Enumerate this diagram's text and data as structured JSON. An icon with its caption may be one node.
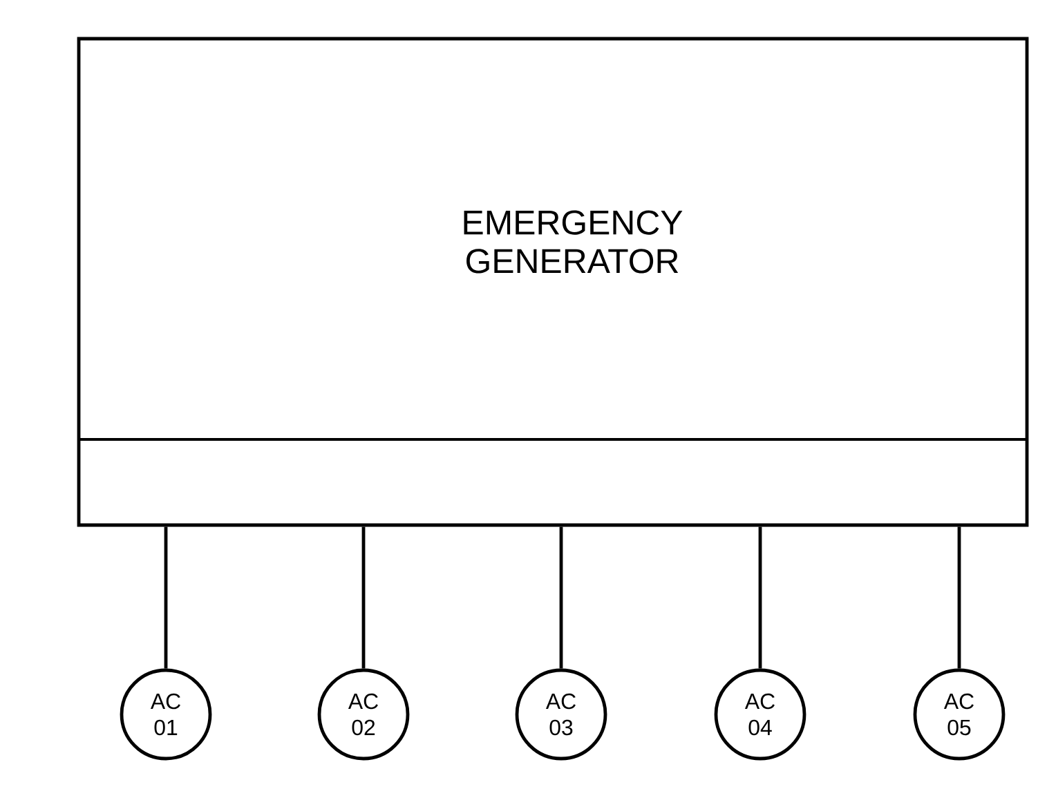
{
  "diagram": {
    "nodes": [
      {
        "text": [
          "EMERGENCY GENERATOR"
        ]
      },
      {
        "text": [
          "AC 01"
        ]
      },
      {
        "text": [
          "AC 02"
        ]
      },
      {
        "text": [
          "AC 03"
        ]
      },
      {
        "text": [
          "AC 04"
        ]
      },
      {
        "text": [
          "AC 05"
        ]
      }
    ],
    "edges": [
      {
        "from": 0,
        "to": 1,
        "arrow": "none"
      },
      {
        "from": 0,
        "to": 2,
        "arrow": "none"
      },
      {
        "from": 0,
        "to": 3,
        "arrow": "none"
      },
      {
        "from": 0,
        "to": 4,
        "arrow": "none"
      },
      {
        "from": 0,
        "to": 5,
        "arrow": "none"
      }
    ]
  }
}
